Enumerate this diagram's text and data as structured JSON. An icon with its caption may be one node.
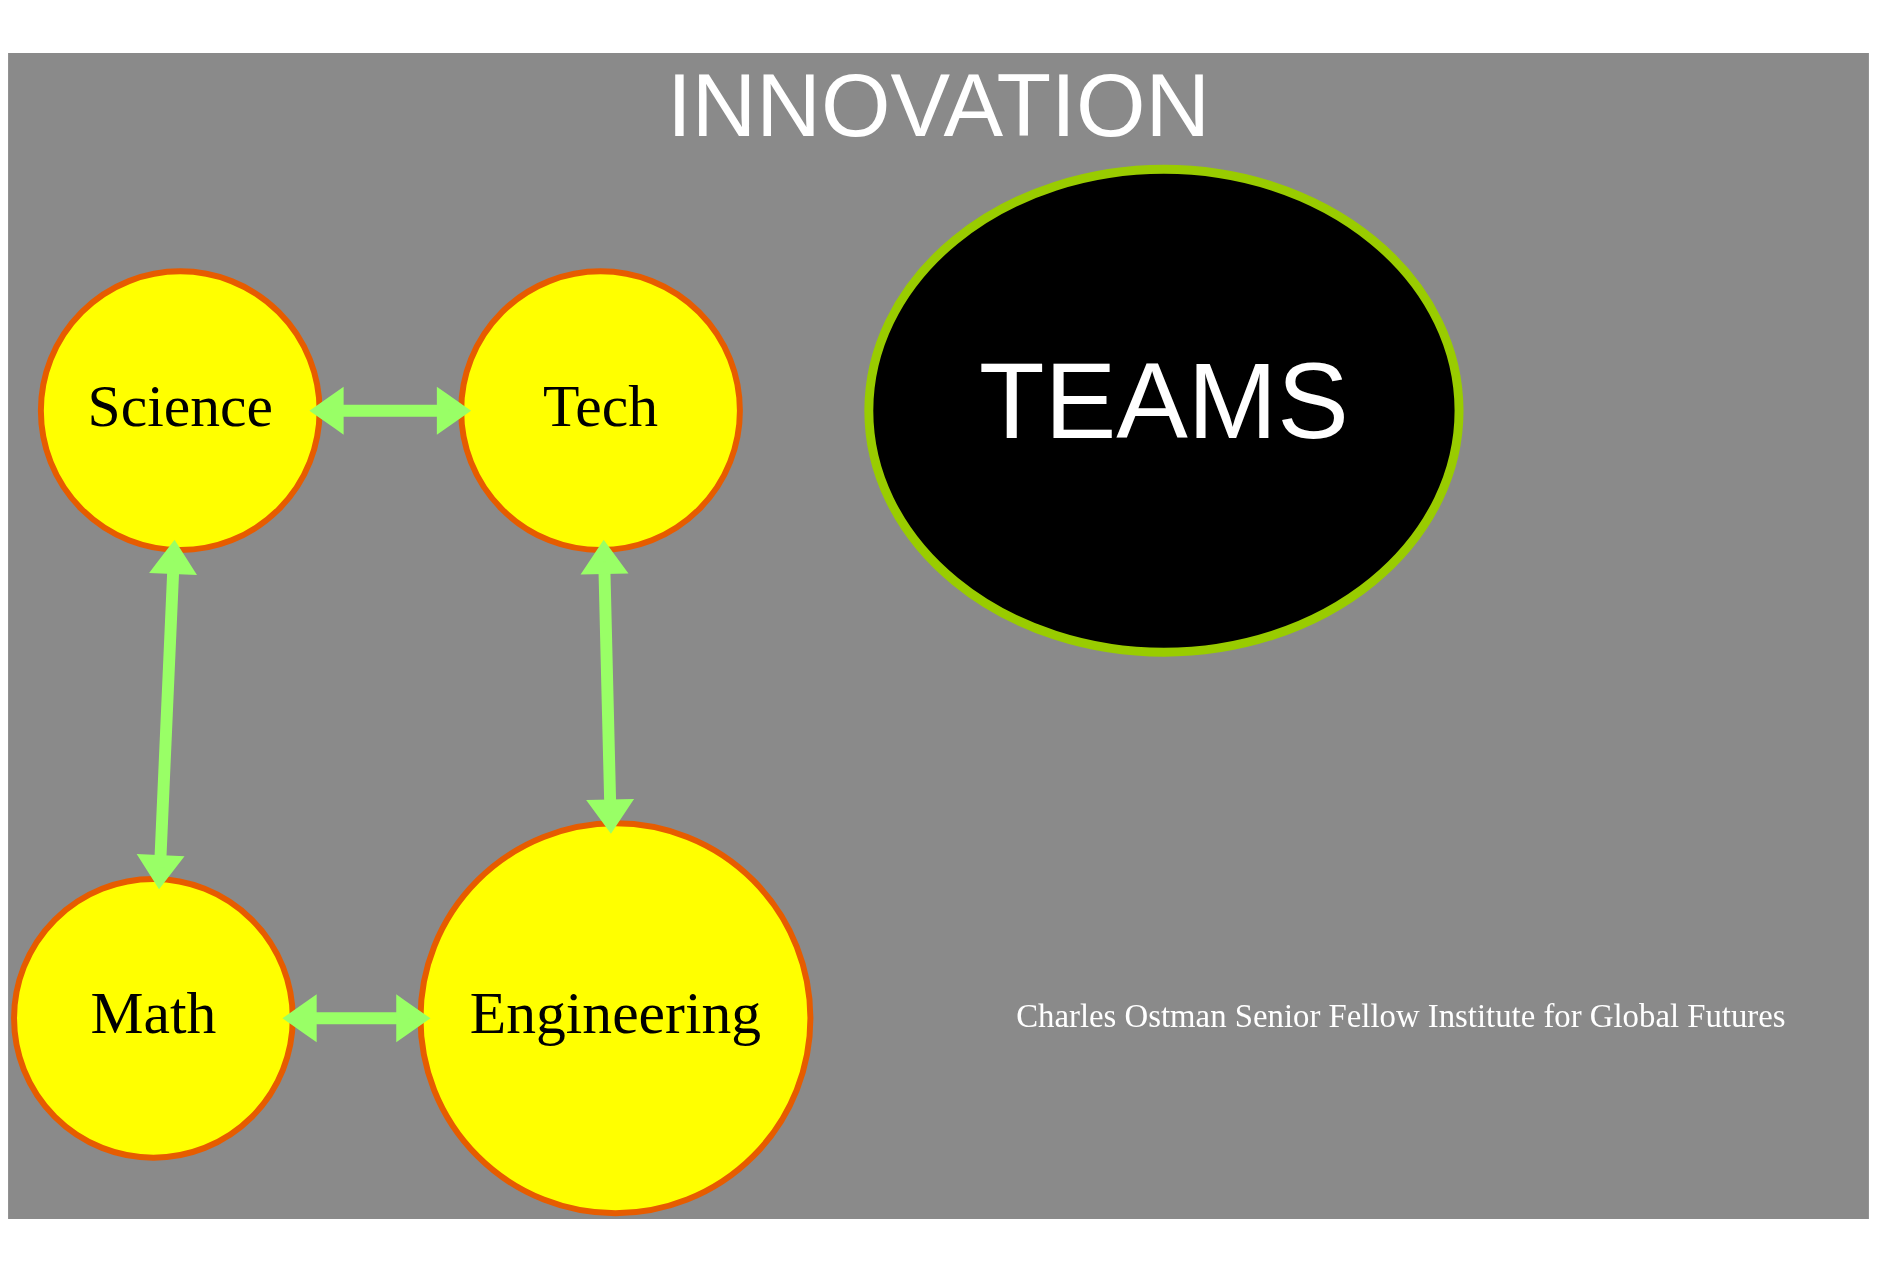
{
  "diagram": {
    "title": "INNOVATION",
    "nodes": [
      {
        "text": [
          "Science"
        ]
      },
      {
        "text": [
          "Tech"
        ]
      },
      {
        "text": [
          "TEAMS"
        ]
      },
      {
        "text": [
          "Math"
        ]
      },
      {
        "text": [
          "Engineering"
        ]
      }
    ],
    "edges": [
      {
        "from": 0,
        "to": 1,
        "arrow": "both"
      },
      {
        "from": 0,
        "to": 3,
        "arrow": "both"
      },
      {
        "from": 1,
        "to": 4,
        "arrow": "both"
      },
      {
        "from": 3,
        "to": 4,
        "arrow": "both"
      }
    ],
    "labels": [
      "Charles Ostman Senior Fellow Institute for Global Futures"
    ]
  }
}
